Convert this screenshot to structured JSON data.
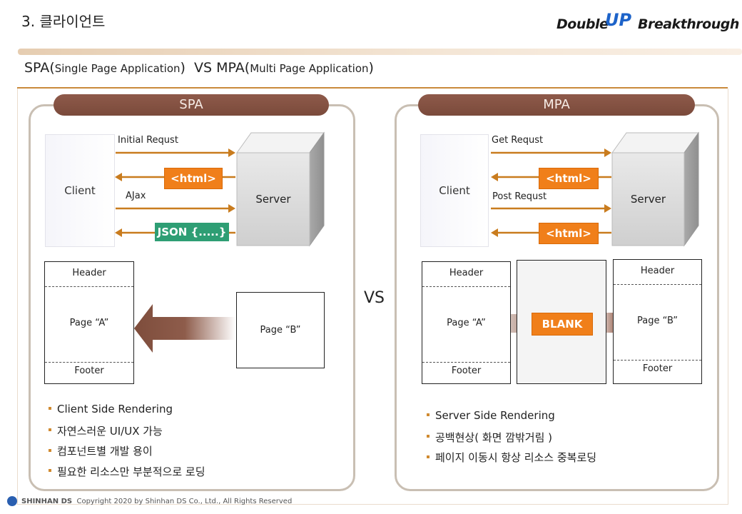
{
  "slide_title": "3. 클라이언트",
  "logo": {
    "word1": "Double",
    "mark": "UP",
    "word2": "Breakthrough"
  },
  "subtitle": {
    "spa": "SPA",
    "spa_full": "Single Page Application",
    "vs": "VS",
    "mpa": "MPA",
    "mpa_full": "Multi Page Application"
  },
  "spa": {
    "header": "SPA",
    "client": "Client",
    "server": "Server",
    "arrows": {
      "initial": "Initial Requst",
      "html": "<html>",
      "ajax": "AJax",
      "json": "JSON {.....}"
    },
    "page_a": {
      "header": "Header",
      "body": "Page “A”",
      "footer": "Footer"
    },
    "page_b": "Page “B”",
    "bullets": [
      "Client Side Rendering",
      "자연스러운 UI/UX 가능",
      "컴포넌트별 개발 용이",
      "필요한 리소스만 부분적으로 로딩"
    ]
  },
  "vs": "VS",
  "mpa": {
    "header": "MPA",
    "client": "Client",
    "server": "Server",
    "arrows": {
      "get": "Get Requst",
      "html1": "<html>",
      "post": "Post Requst",
      "html2": "<html>"
    },
    "page_a": {
      "header": "Header",
      "body": "Page “A”",
      "footer": "Footer"
    },
    "blank": "BLANK",
    "page_b": {
      "header": "Header",
      "body": "Page “B”",
      "footer": "Footer"
    },
    "bullets": [
      "Server  Side Rendering",
      "공백현상( 화면 깜밖거림 )",
      "페이지 이동시 항상 리소스 중복로딩"
    ]
  },
  "footer": {
    "company": "SHINHAN DS",
    "copyright": "Copyright 2020 by Shinhan DS Co., Ltd., All Rights Reserved"
  },
  "colors": {
    "accent_orange": "#f07f1a",
    "pill_brown": "#7a4a3b",
    "json_green": "#2e9e74",
    "rule": "#c98a3c"
  }
}
